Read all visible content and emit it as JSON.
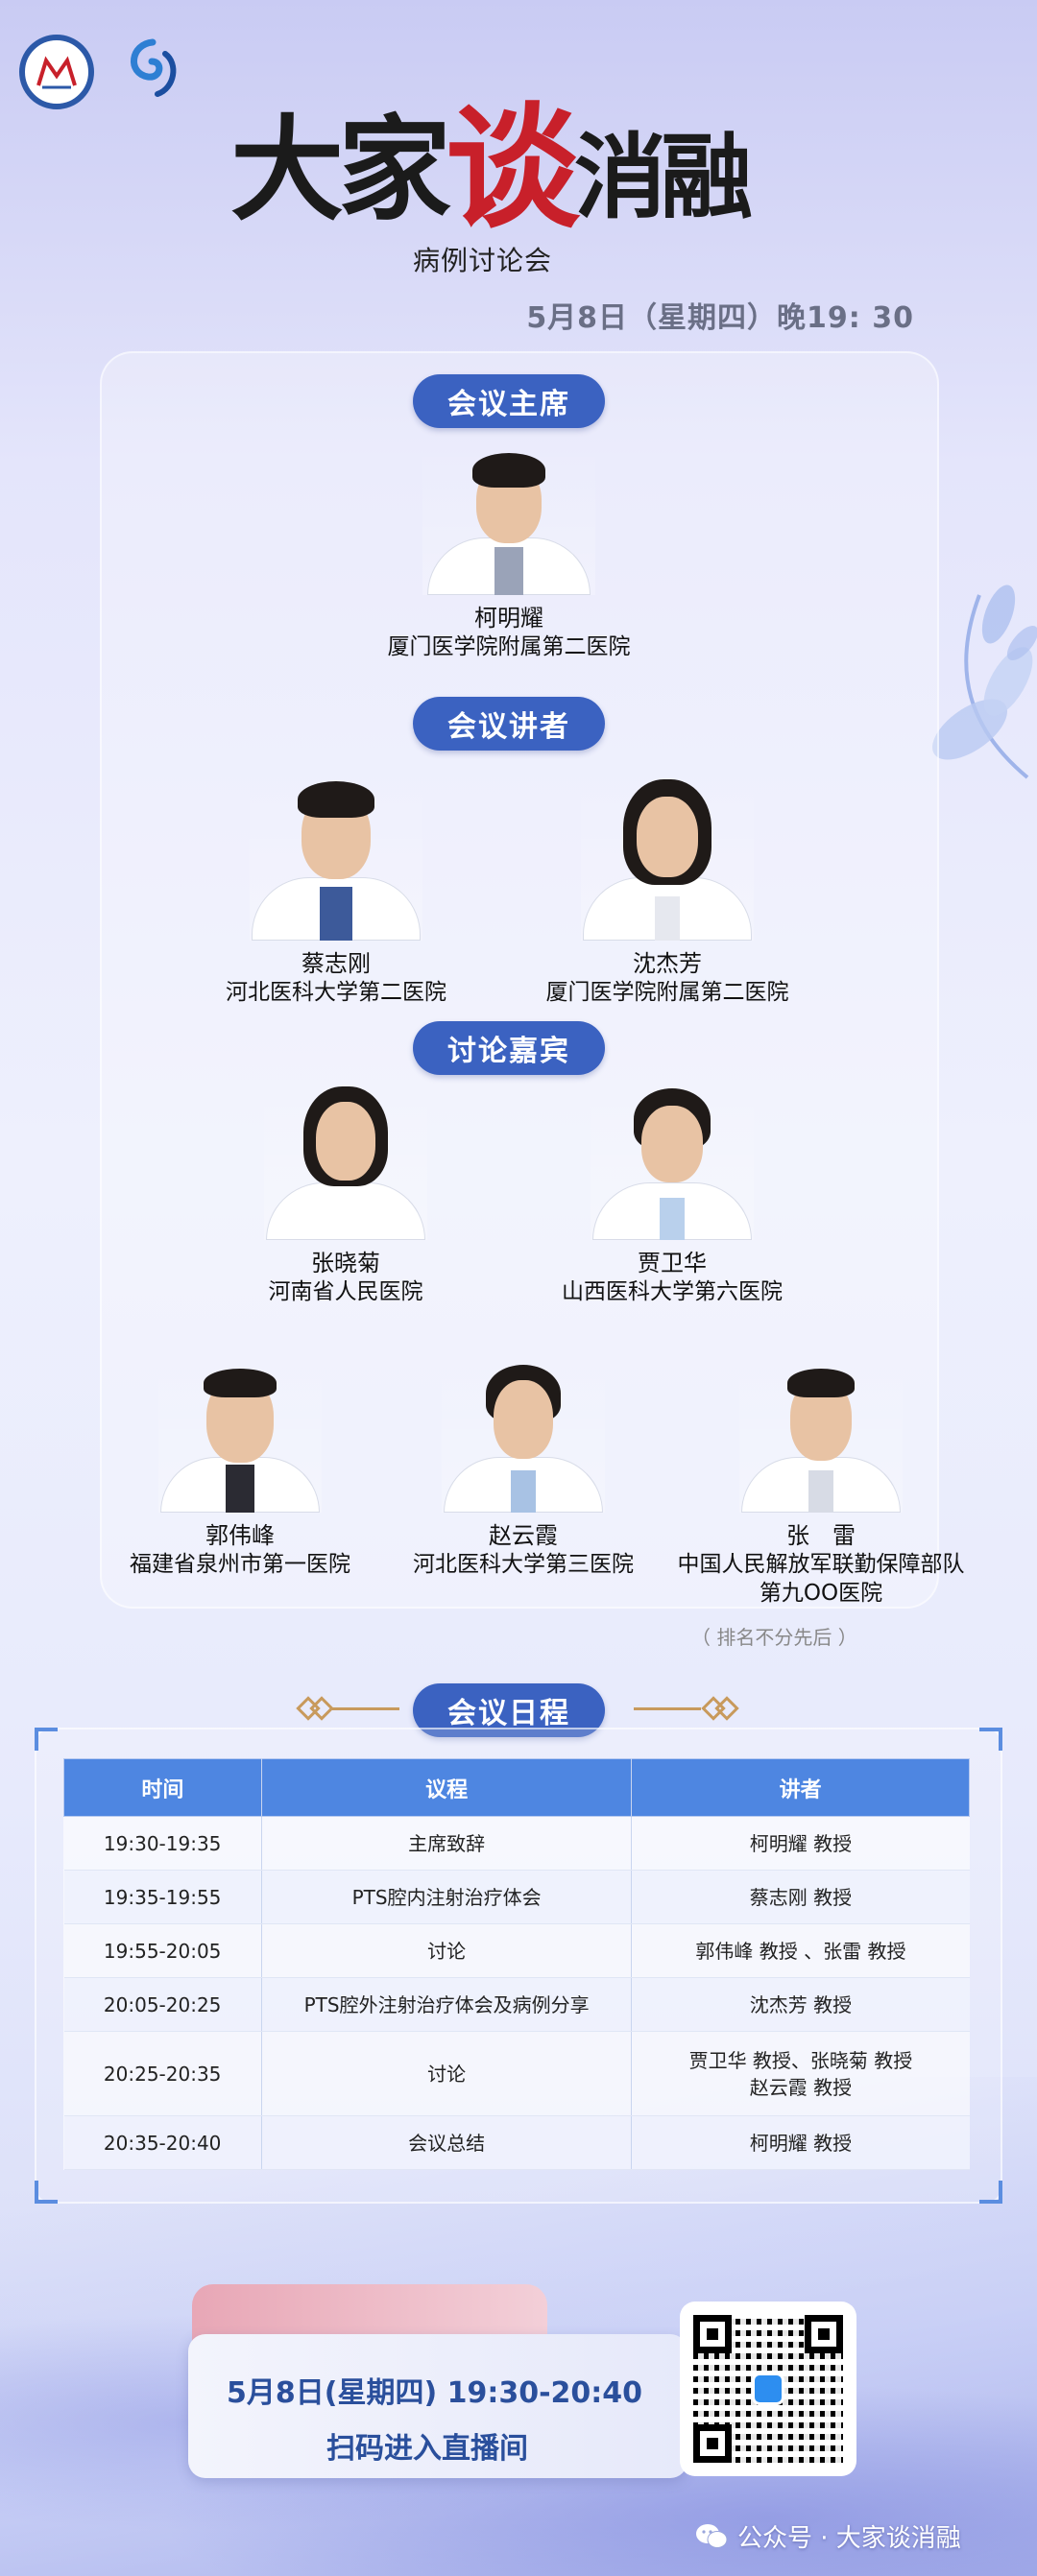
{
  "header": {
    "title_part1": "大家",
    "title_part2": "谈",
    "title_part3": "消融",
    "subtitle": "病例讨论会",
    "date": "5月8日（星期四）晚19: 30"
  },
  "sections": {
    "chair": "会议主席",
    "speakers": "会议讲者",
    "guests": "讨论嘉宾",
    "schedule": "会议日程"
  },
  "chair": {
    "name": "柯明耀",
    "org": "厦门医学院附属第二医院"
  },
  "speakers": [
    {
      "name": "蔡志刚",
      "org": "河北医科大学第二医院"
    },
    {
      "name": "沈杰芳",
      "org": "厦门医学院附属第二医院"
    }
  ],
  "guests": [
    {
      "name": "张晓菊",
      "org": "河南省人民医院"
    },
    {
      "name": "贾卫华",
      "org": "山西医科大学第六医院"
    },
    {
      "name": "郭伟峰",
      "org": "福建省泉州市第一医院"
    },
    {
      "name": "赵云霞",
      "org": "河北医科大学第三医院"
    },
    {
      "name": "张　雷",
      "org": "中国人民解放军联勤保障部队",
      "org2": "第九OO医院"
    }
  ],
  "ranking_note": "（ 排名不分先后 ）",
  "schedule": {
    "headers": [
      "时间",
      "议程",
      "讲者"
    ],
    "rows": [
      {
        "time": "19:30-19:35",
        "agenda": "主席致辞",
        "speaker": "柯明耀 教授"
      },
      {
        "time": "19:35-19:55",
        "agenda": "PTS腔内注射治疗体会",
        "speaker": "蔡志刚 教授"
      },
      {
        "time": "19:55-20:05",
        "agenda": "讨论",
        "speaker": "郭伟峰 教授 、张雷 教授"
      },
      {
        "time": "20:05-20:25",
        "agenda": "PTS腔外注射治疗体会及病例分享",
        "speaker": "沈杰芳 教授"
      },
      {
        "time": "20:25-20:35",
        "agenda": "讨论",
        "speaker": "贾卫华 教授、张晓菊 教授",
        "speaker2": "赵云霞 教授"
      },
      {
        "time": "20:35-20:40",
        "agenda": "会议总结",
        "speaker": "柯明耀 教授"
      }
    ]
  },
  "footer": {
    "line1": "5月8日(星期四)   19:30-20:40",
    "line2": "扫码进入直播间",
    "wechat": "公众号 · 大家谈消融"
  },
  "colors": {
    "accent": "#3b62c1",
    "table_header": "#4e86e1",
    "title_red": "#c8202a",
    "bottom_text": "#2a4f9c"
  }
}
